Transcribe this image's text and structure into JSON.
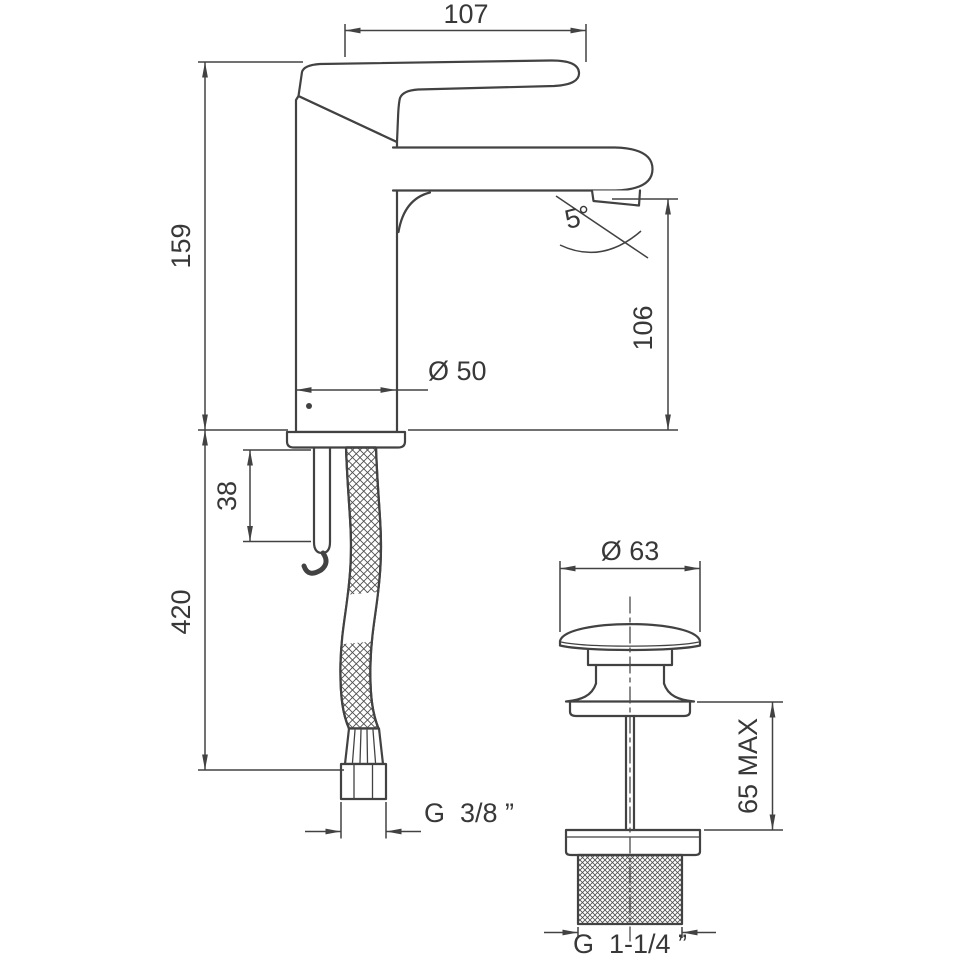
{
  "meta": {
    "background": "#ffffff",
    "line_color": "#424242",
    "text_color": "#383838"
  },
  "faucet": {
    "dims": {
      "spout_reach": "107",
      "height": "159",
      "angle": "5°",
      "outlet_height": "106",
      "base_diameter": "Ø 50",
      "shank_length": "38",
      "hose_length": "420",
      "connection": "G  3/8 ”"
    }
  },
  "waste": {
    "dims": {
      "cap_diameter": "Ø 63",
      "max_deck": "65 MAX",
      "connection": "G  1-1/4 ”"
    }
  }
}
